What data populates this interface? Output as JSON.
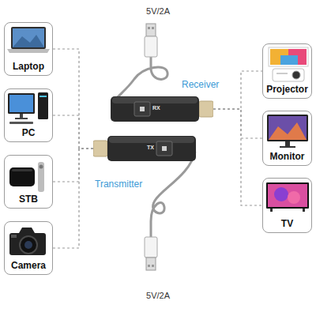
{
  "diagram": {
    "nodes": [
      {
        "text": [
          "Laptop"
        ]
      },
      {
        "text": [
          "PC"
        ]
      },
      {
        "text": [
          "STB"
        ]
      },
      {
        "text": [
          "Camera"
        ]
      },
      {
        "text": [
          "Receiver",
          "RX"
        ]
      },
      {
        "text": [
          "Transmitter",
          "TX"
        ]
      },
      {
        "text": [
          "Projector"
        ]
      },
      {
        "text": [
          "Monitor"
        ]
      },
      {
        "text": [
          "TV"
        ]
      }
    ],
    "edges": [
      {
        "from": 0,
        "to": 5,
        "arrow": "none"
      },
      {
        "from": 1,
        "to": 5,
        "arrow": "none"
      },
      {
        "from": 2,
        "to": 5,
        "arrow": "none"
      },
      {
        "from": 3,
        "to": 5,
        "arrow": "none"
      },
      {
        "from": 4,
        "to": 6,
        "arrow": "none"
      },
      {
        "from": 4,
        "to": 7,
        "arrow": "none"
      },
      {
        "from": 4,
        "to": 8,
        "arrow": "none"
      }
    ],
    "labels": [
      "5V/2A",
      "5V/2A"
    ]
  }
}
